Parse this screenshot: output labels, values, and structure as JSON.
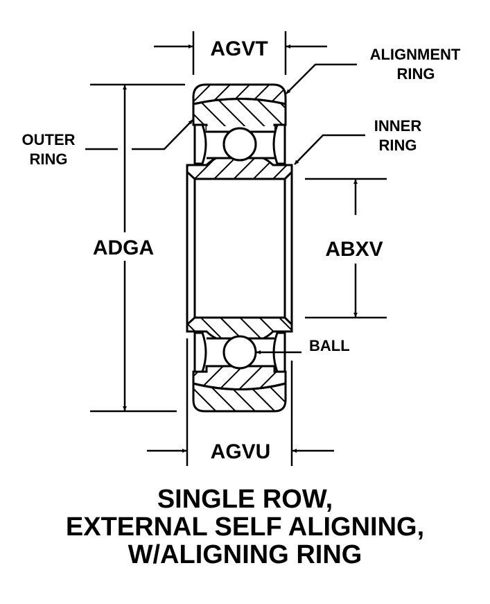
{
  "diagram": {
    "subject": "Ball bearing cross-section",
    "dimension_labels": {
      "top_width": "AGVT",
      "bottom_width": "AGVU",
      "outer_diameter": "ADGA",
      "bore_diameter": "ABXV"
    },
    "part_labels": {
      "alignment_ring": [
        "ALIGNMENT",
        "RING"
      ],
      "inner_ring": [
        "INNER",
        "RING"
      ],
      "outer_ring": [
        "OUTER",
        "RING"
      ],
      "ball": "BALL"
    },
    "title_lines": [
      "SINGLE ROW,",
      "EXTERNAL SELF ALIGNING,",
      "W/ALIGNING RING"
    ],
    "colors": {
      "ink": "#000000",
      "background": "#ffffff"
    }
  }
}
